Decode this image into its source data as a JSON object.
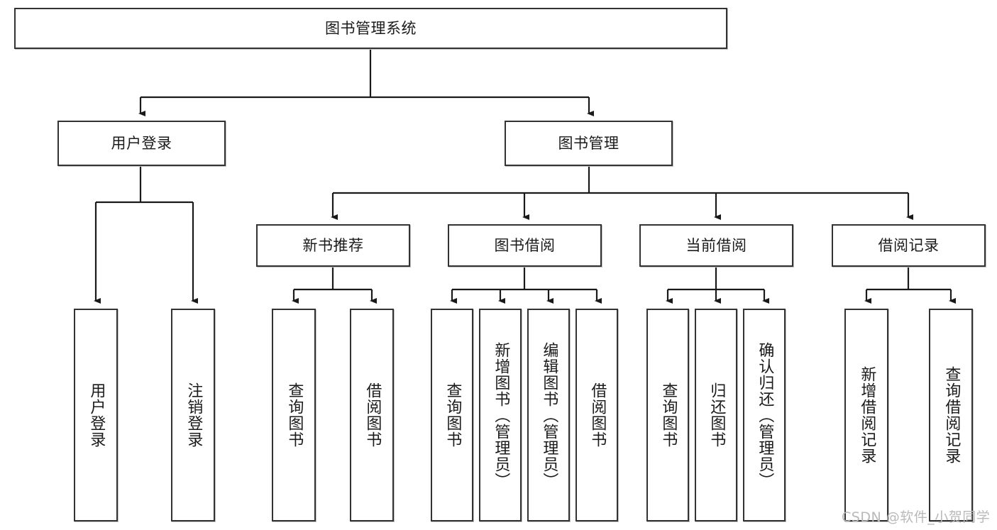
{
  "diagram": {
    "type": "tree-hierarchy-chart",
    "title": "图书管理系统",
    "orientation": "top-down",
    "colors": {
      "box_border": "#333333",
      "box_fill": "#ffffff",
      "connector": "#1a1a1a",
      "text": "#1b1b1b",
      "watermark": "#b9b9b9",
      "background": "#ffffff"
    },
    "root": {
      "label": "图书管理系统"
    },
    "level2": [
      {
        "label": "用户登录"
      },
      {
        "label": "图书管理"
      }
    ],
    "level3": [
      {
        "label": "新书推荐"
      },
      {
        "label": "图书借阅"
      },
      {
        "label": "当前借阅"
      },
      {
        "label": "借阅记录"
      }
    ],
    "leaves": {
      "user_login": [
        {
          "label": "用户登录"
        },
        {
          "label": "注销登录"
        }
      ],
      "new_book_recommend": [
        {
          "label": "查询图书"
        },
        {
          "label": "借阅图书"
        }
      ],
      "book_borrow": [
        {
          "label": "查询图书"
        },
        {
          "label": "新增图书（管理员）"
        },
        {
          "label": "编辑图书（管理员）"
        },
        {
          "label": "借阅图书"
        }
      ],
      "current_borrow": [
        {
          "label": "查询图书"
        },
        {
          "label": "归还图书"
        },
        {
          "label": "确认归还（管理员）"
        }
      ],
      "borrow_record": [
        {
          "label": "新增借阅记录"
        },
        {
          "label": "查询借阅记录"
        }
      ]
    }
  },
  "watermark": {
    "text": "CSDN @软件_小贺同学"
  }
}
